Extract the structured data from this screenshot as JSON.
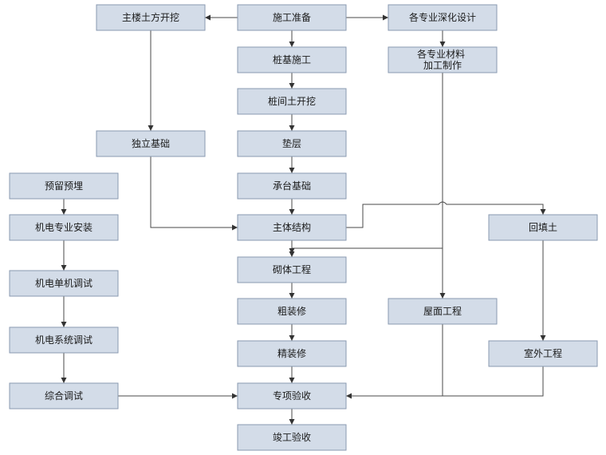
{
  "nodes": {
    "prep": "施工准备",
    "main_earth": "主楼土方开挖",
    "design": "各专业深化设计",
    "pile": "桩基施工",
    "material": "各专业材料\n加工制作",
    "pile_earth": "桩间土开挖",
    "indep_found": "独立基础",
    "cushion": "垫层",
    "reserve": "预留预埋",
    "cap_found": "承台基础",
    "mep_install": "机电专业安装",
    "main_struct": "主体结构",
    "backfill": "回填土",
    "masonry": "砌体工程",
    "mep_single": "机电单机调试",
    "rough": "粗装修",
    "roof": "屋面工程",
    "mep_system": "机电系统调试",
    "fine": "精装修",
    "outdoor": "室外工程",
    "comp_debug": "综合调试",
    "special_accept": "专项验收",
    "final_accept": "竣工验收"
  }
}
